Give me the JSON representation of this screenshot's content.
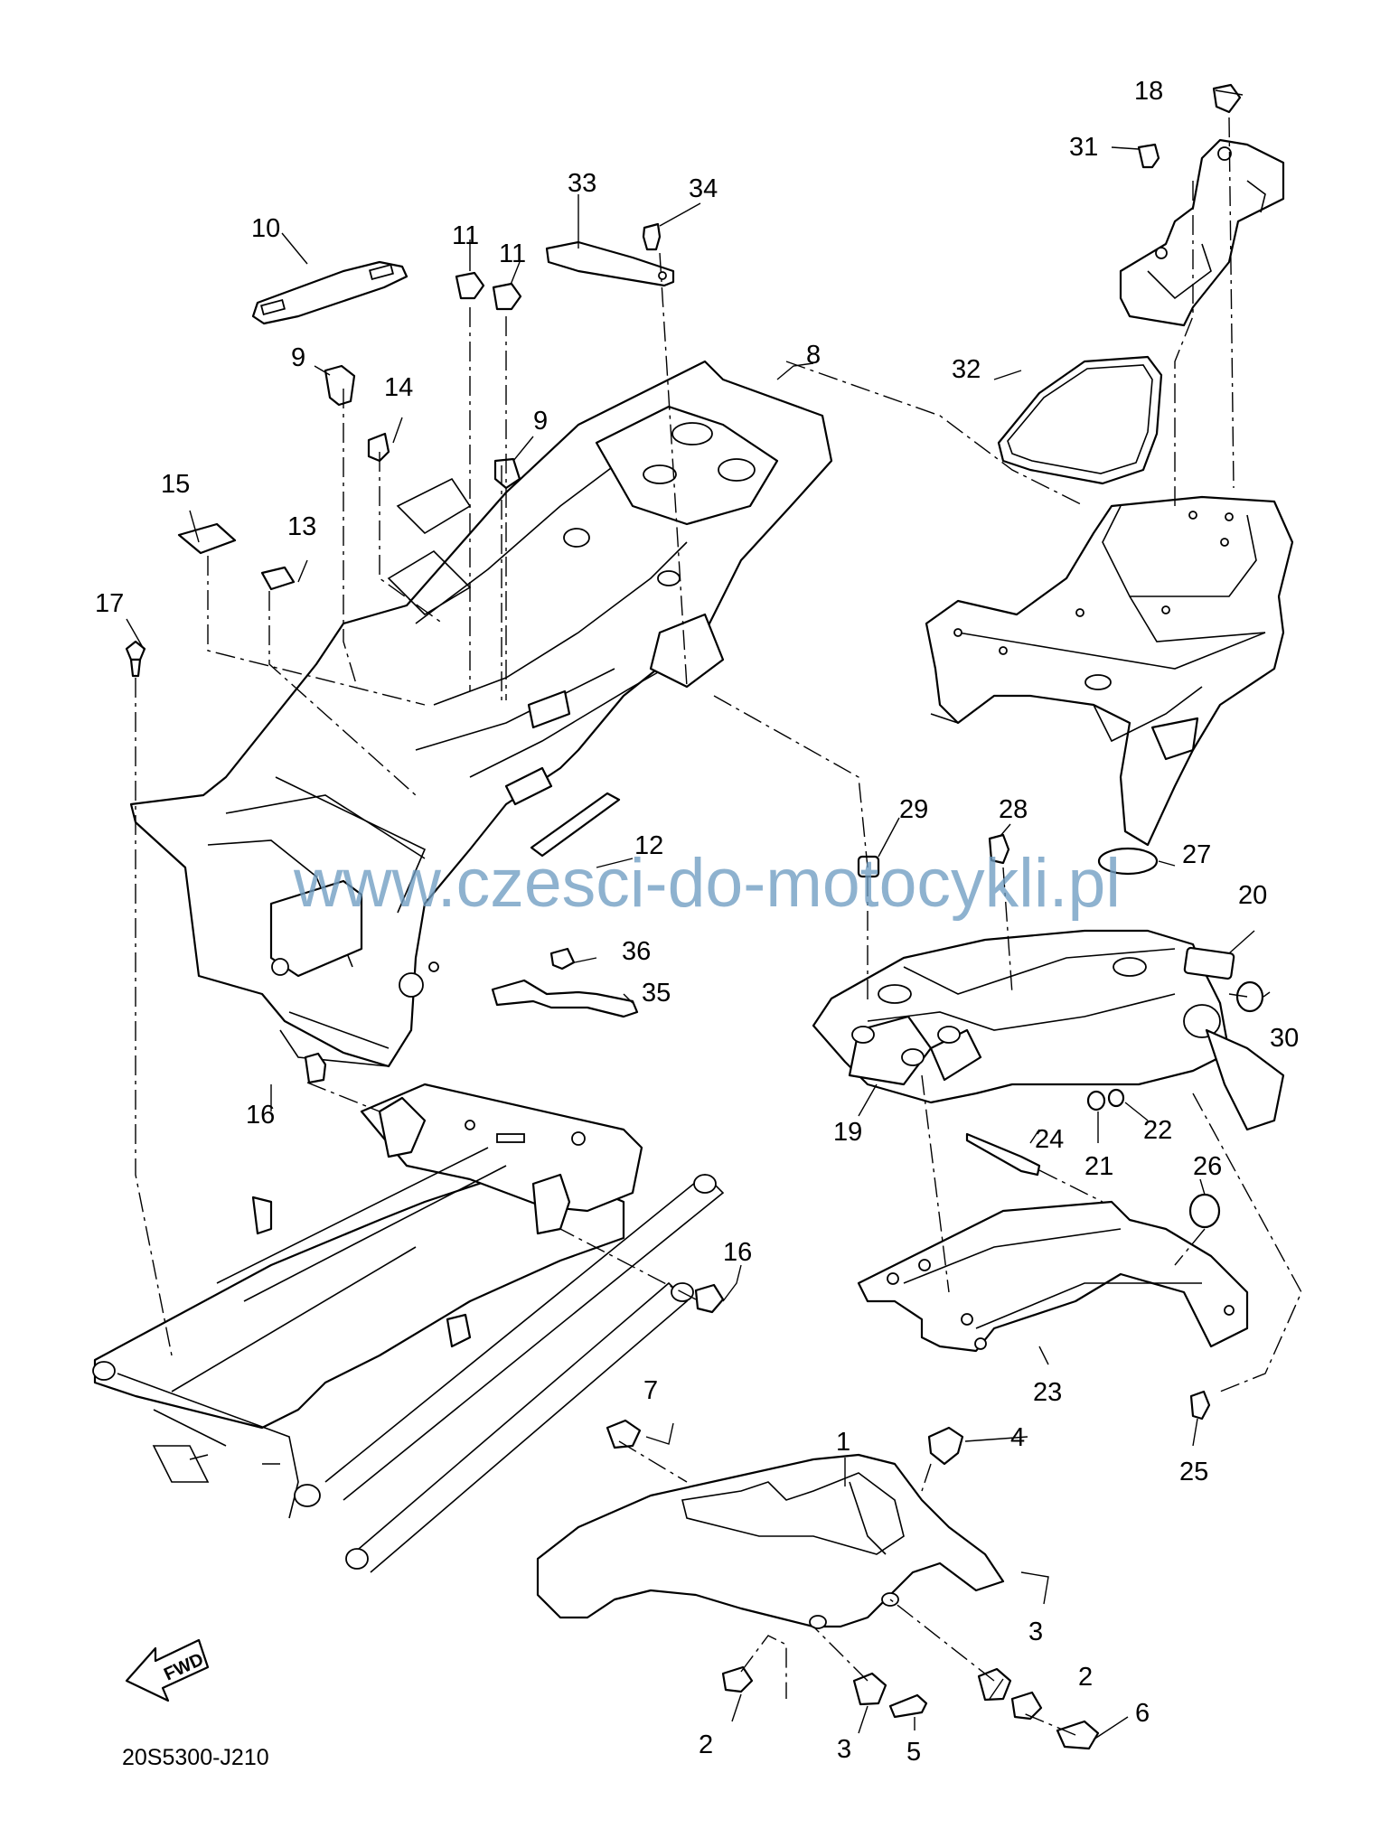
{
  "diagram_code": "20S5300-J210",
  "watermark": "www.czesci-do-motocykli.pl",
  "fwd_label": "FWD",
  "callouts": [
    {
      "id": "c1",
      "label": "1"
    },
    {
      "id": "c2a",
      "label": "2"
    },
    {
      "id": "c2b",
      "label": "2"
    },
    {
      "id": "c3a",
      "label": "3"
    },
    {
      "id": "c3b",
      "label": "3"
    },
    {
      "id": "c4",
      "label": "4"
    },
    {
      "id": "c5",
      "label": "5"
    },
    {
      "id": "c6",
      "label": "6"
    },
    {
      "id": "c7",
      "label": "7"
    },
    {
      "id": "c8",
      "label": "8"
    },
    {
      "id": "c9a",
      "label": "9"
    },
    {
      "id": "c9b",
      "label": "9"
    },
    {
      "id": "c10",
      "label": "10"
    },
    {
      "id": "c11a",
      "label": "11"
    },
    {
      "id": "c11b",
      "label": "11"
    },
    {
      "id": "c12",
      "label": "12"
    },
    {
      "id": "c13",
      "label": "13"
    },
    {
      "id": "c14",
      "label": "14"
    },
    {
      "id": "c15",
      "label": "15"
    },
    {
      "id": "c16a",
      "label": "16"
    },
    {
      "id": "c16b",
      "label": "16"
    },
    {
      "id": "c17",
      "label": "17"
    },
    {
      "id": "c18",
      "label": "18"
    },
    {
      "id": "c19",
      "label": "19"
    },
    {
      "id": "c20",
      "label": "20"
    },
    {
      "id": "c21",
      "label": "21"
    },
    {
      "id": "c22",
      "label": "22"
    },
    {
      "id": "c23",
      "label": "23"
    },
    {
      "id": "c24",
      "label": "24"
    },
    {
      "id": "c25",
      "label": "25"
    },
    {
      "id": "c26",
      "label": "26"
    },
    {
      "id": "c27",
      "label": "27"
    },
    {
      "id": "c28",
      "label": "28"
    },
    {
      "id": "c29",
      "label": "29"
    },
    {
      "id": "c30",
      "label": "30"
    },
    {
      "id": "c31",
      "label": "31"
    },
    {
      "id": "c32",
      "label": "32"
    },
    {
      "id": "c33",
      "label": "33"
    },
    {
      "id": "c34",
      "label": "34"
    },
    {
      "id": "c35",
      "label": "35"
    },
    {
      "id": "c36",
      "label": "36"
    }
  ]
}
